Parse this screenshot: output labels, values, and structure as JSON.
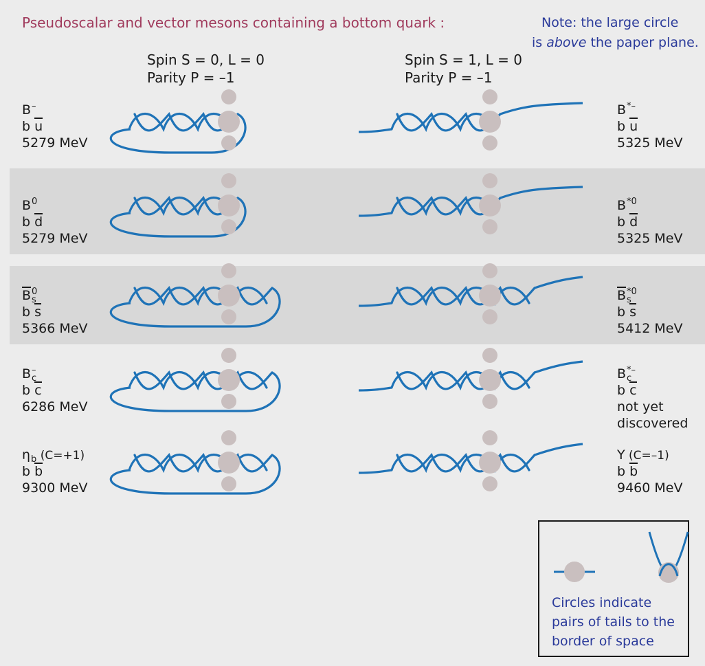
{
  "title": "Pseudoscalar and vector mesons containing a bottom quark :",
  "note": {
    "line1": "Note: the large circle",
    "line2_prefix": "is ",
    "line2_italic": "above",
    "line2_suffix": " the paper plane."
  },
  "columns": {
    "left": {
      "spin": "Spin   S = 0, L = 0",
      "parity": "Parity P = –1"
    },
    "right": {
      "spin": "Spin   S = 1, L = 0",
      "parity": "Parity P = –1"
    }
  },
  "rows": [
    {
      "left": {
        "sym": "B",
        "sup": "–",
        "sub": "",
        "bar_over_sym": false,
        "quarks_b": "b",
        "quarks_anti": "u",
        "mass": "5279 MeV"
      },
      "right": {
        "sym": "B",
        "sup": "*–",
        "sub": "",
        "bar_over_sym": false,
        "quarks_b": "b",
        "quarks_anti": "u",
        "mass": "5325 MeV"
      }
    },
    {
      "left": {
        "sym": "B",
        "sup": "0",
        "sub": "",
        "bar_over_sym": false,
        "quarks_b": "b",
        "quarks_anti": "d",
        "mass": "5279 MeV"
      },
      "right": {
        "sym": "B",
        "sup": "*0",
        "sub": "",
        "bar_over_sym": false,
        "quarks_b": "b",
        "quarks_anti": "d",
        "mass": "5325 MeV"
      }
    },
    {
      "left": {
        "sym": "B",
        "sup": "0",
        "sub": "s",
        "bar_over_sym": true,
        "quarks_b": "b",
        "quarks_anti": "s",
        "mass": "5366 MeV"
      },
      "right": {
        "sym": "B",
        "sup": "*0",
        "sub": "s",
        "bar_over_sym": true,
        "quarks_b": "b",
        "quarks_anti": "s",
        "mass": "5412 MeV"
      }
    },
    {
      "left": {
        "sym": "B",
        "sup": "–",
        "sub": "c",
        "bar_over_sym": false,
        "quarks_b": "b",
        "quarks_anti": "c",
        "mass": "6286 MeV"
      },
      "right": {
        "sym": "B",
        "sup": "*–",
        "sub": "c",
        "bar_over_sym": false,
        "quarks_b": "b",
        "quarks_anti": "c",
        "mass": "not yet",
        "mass2": "discovered"
      }
    },
    {
      "left": {
        "sym": "η",
        "sup": "",
        "sub": "b",
        "extra": " (C=+1)",
        "bar_over_sym": false,
        "quarks_b": "b",
        "quarks_anti": "b",
        "mass": "9300 MeV"
      },
      "right": {
        "sym": "Y",
        "sup": "",
        "sub": "",
        "extra": " (C=–1)",
        "bar_over_sym": false,
        "quarks_b": "b",
        "quarks_anti": "b",
        "mass": "9460 MeV"
      }
    }
  ],
  "legend": {
    "text": "Circles indicate pairs of tails to the border of space"
  },
  "colors": {
    "strand": "#1f73b7",
    "circle": "#c9bfbf",
    "title": "#a03a5c",
    "note": "#2a3a9a",
    "band": "#d8d8d8",
    "background": "#ececec"
  }
}
